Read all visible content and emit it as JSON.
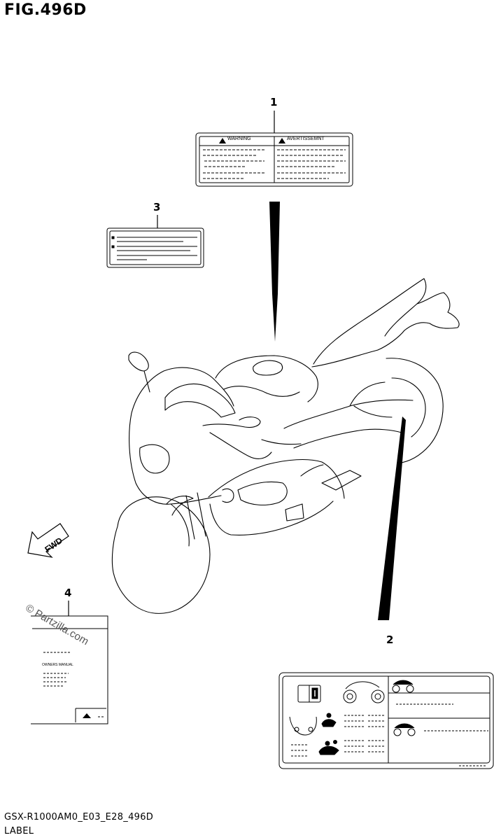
{
  "figure": {
    "title": "FIG.496D",
    "code": "GSX-R1000AM0_E03_E28_496D",
    "section": "LABEL"
  },
  "callouts": [
    "1",
    "2",
    "3",
    "4"
  ],
  "label_1": {
    "left_header": "WARNING",
    "right_header": "AVERTISSEMNT"
  },
  "label_4": {
    "heading": "OWNERS MANUAL"
  },
  "arrow": {
    "text": "FWD"
  },
  "watermark": "© Partzilla.com",
  "icons": [
    "warning-triangle-icon",
    "book-info-icon",
    "motorcycle-icon",
    "tire-icon",
    "rider-icon",
    "passenger-icon",
    "disc-brake-icon"
  ]
}
